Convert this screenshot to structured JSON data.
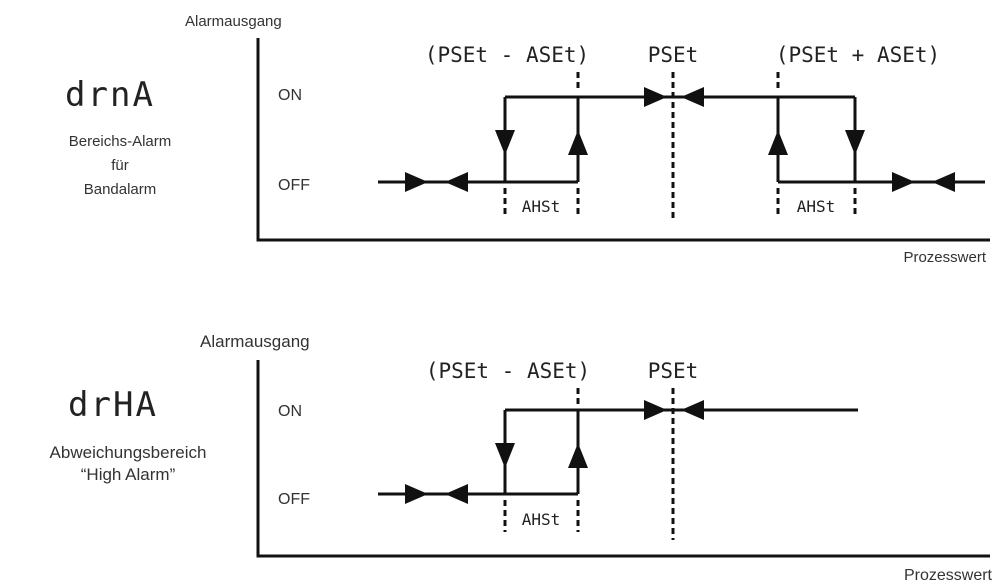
{
  "panels": [
    {
      "id": "band",
      "code": "drnA",
      "description_lines": [
        "Bereichs-Alarm",
        "für",
        "Bandalarm"
      ],
      "y_axis_label": "Alarmausgang",
      "x_axis_label": "Prozesswert",
      "state_on": "ON",
      "state_off": "OFF",
      "marker_left": "(PSEt - ASEt)",
      "marker_center": "PSEt",
      "marker_right": "(PSEt + ASEt)",
      "hysteresis_left": "AHSt",
      "hysteresis_right": "AHSt"
    },
    {
      "id": "high",
      "code": "drHA",
      "description_lines": [
        "Abweichungsbereich",
        "“High Alarm”"
      ],
      "y_axis_label": "Alarmausgang",
      "x_axis_label": "Prozesswert",
      "state_on": "ON",
      "state_off": "OFF",
      "marker_left": "(PSEt - ASEt)",
      "marker_center": "PSEt",
      "hysteresis_left": "AHSt"
    }
  ]
}
